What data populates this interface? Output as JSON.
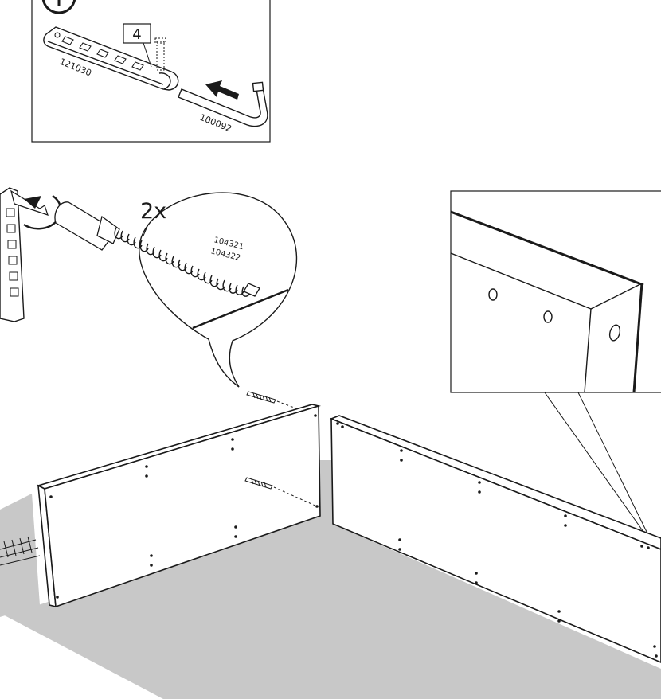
{
  "inset": {
    "step_box_label": "4",
    "part_tool_label": "121030",
    "part_key_label": "100092"
  },
  "screw_callout": {
    "quantity": "2x",
    "part_numbers": [
      "104321",
      "104322"
    ]
  },
  "colors": {
    "line": "#1a1a1a",
    "floor": "#c8c8c8",
    "panel": "#ffffff"
  },
  "icons": [
    "allen-key-tool-icon",
    "rotation-arrow-icon",
    "push-arrow-icon",
    "info-circle-icon"
  ]
}
